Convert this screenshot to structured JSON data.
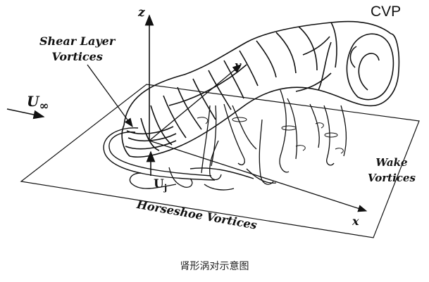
{
  "diagram": {
    "labels": {
      "cvp": "CVP",
      "shear_layer_line1": "Shear Layer",
      "shear_layer_line2": "Vortices",
      "u_inf_base": "U",
      "u_inf_sub": "∞",
      "wake_line1": "Wake",
      "wake_line2": "Vortices",
      "uj_base": "U",
      "uj_sub": "j",
      "horseshoe": "Horseshoe Vortices",
      "axis_x": "x",
      "axis_y": "y",
      "axis_z": "z"
    },
    "caption": "肾形涡对示意图"
  }
}
